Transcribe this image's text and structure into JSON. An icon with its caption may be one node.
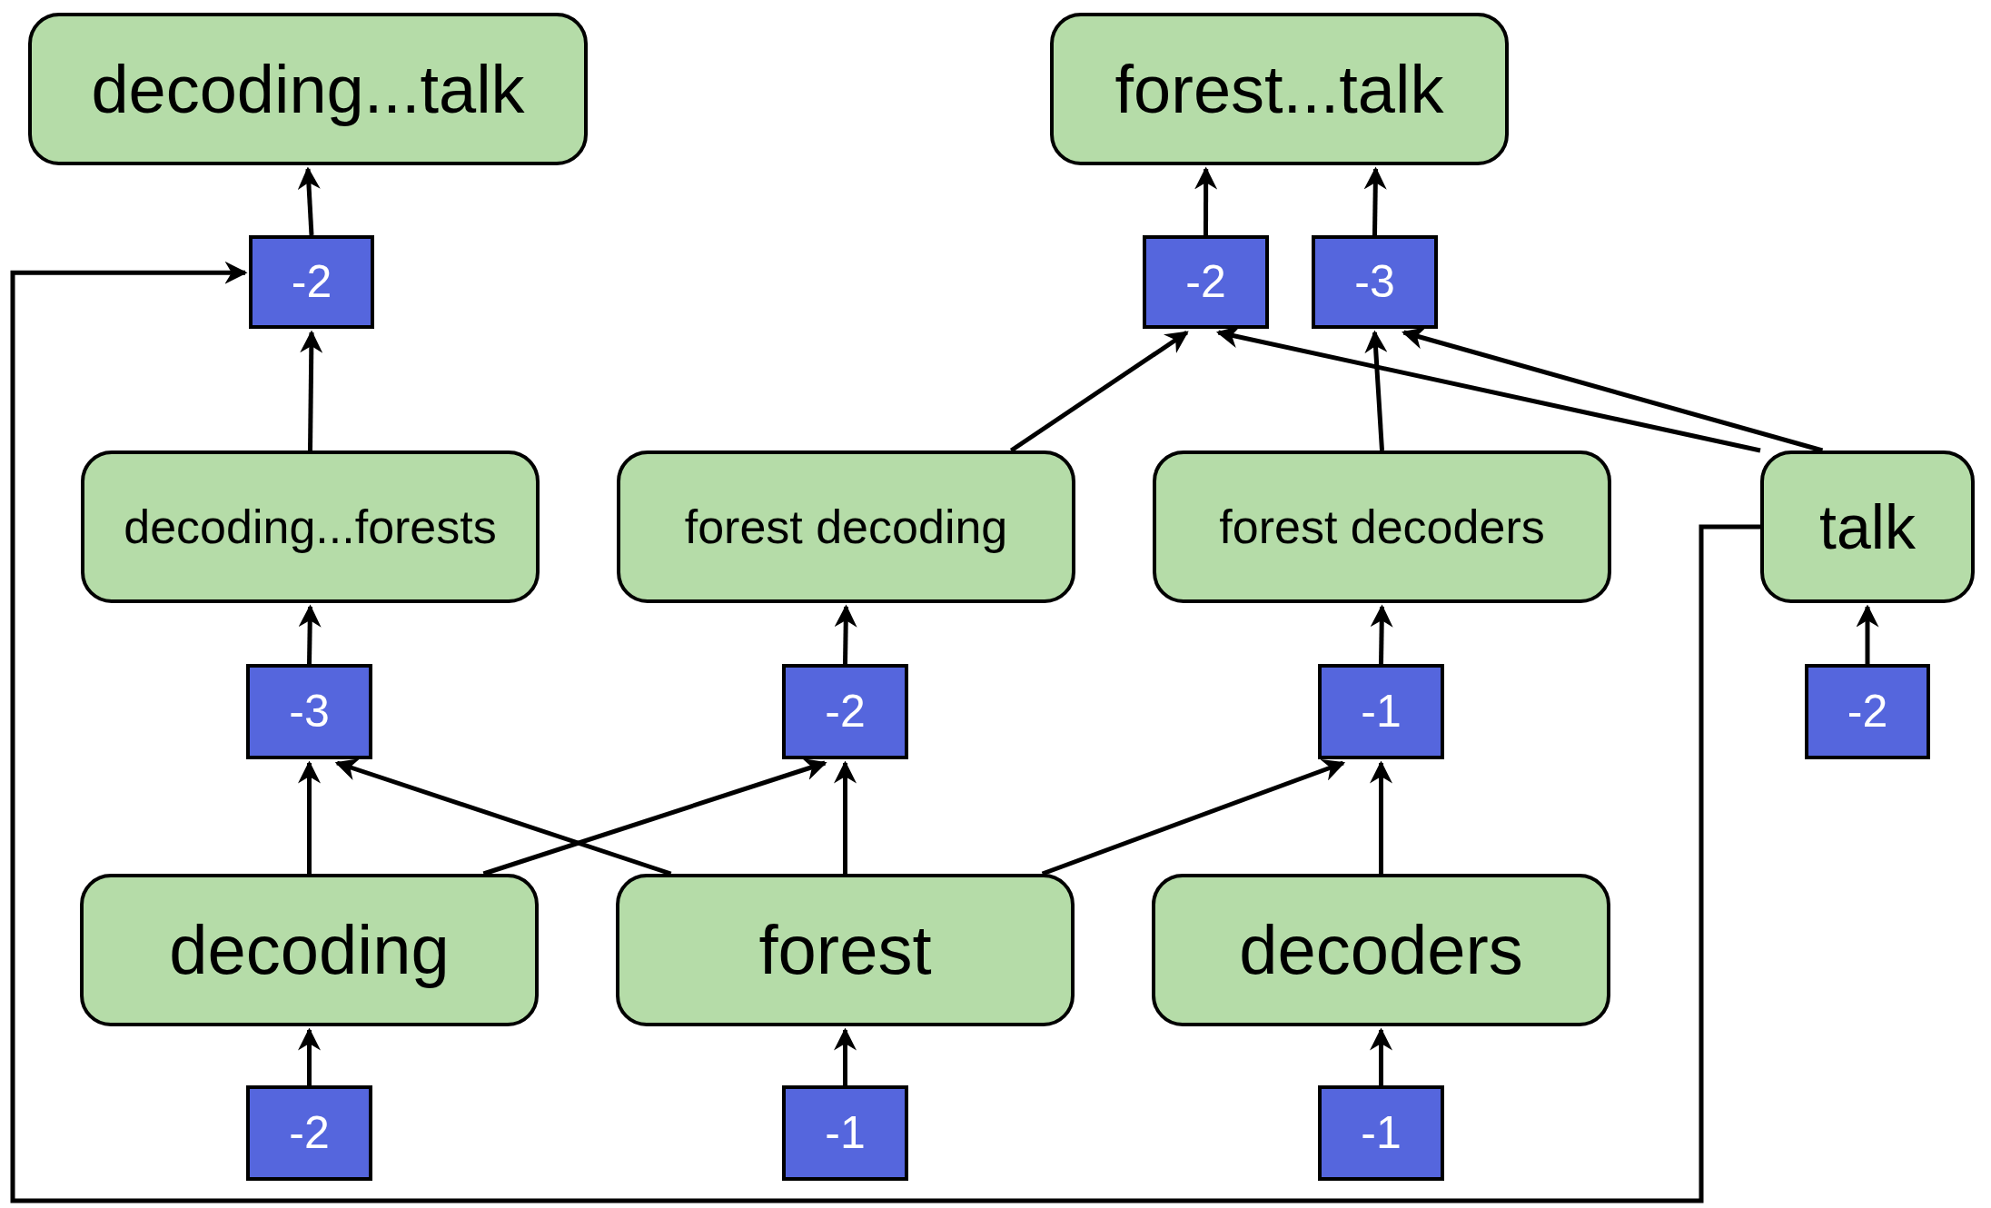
{
  "diagram": {
    "nodes": [
      {
        "text": [
          "decoding...talk"
        ]
      },
      {
        "text": [
          "forest...talk"
        ]
      },
      {
        "text": [
          "-2"
        ]
      },
      {
        "text": [
          "-2"
        ]
      },
      {
        "text": [
          "-3"
        ]
      },
      {
        "text": [
          "decoding...forests"
        ]
      },
      {
        "text": [
          "forest decoding"
        ]
      },
      {
        "text": [
          "forest decoders"
        ]
      },
      {
        "text": [
          "talk"
        ]
      },
      {
        "text": [
          "-3"
        ]
      },
      {
        "text": [
          "-2"
        ]
      },
      {
        "text": [
          "-1"
        ]
      },
      {
        "text": [
          "-2"
        ]
      },
      {
        "text": [
          "decoding"
        ]
      },
      {
        "text": [
          "forest"
        ]
      },
      {
        "text": [
          "decoders"
        ]
      },
      {
        "text": [
          "-2"
        ]
      },
      {
        "text": [
          "-1"
        ]
      },
      {
        "text": [
          "-1"
        ]
      }
    ],
    "edges": [
      {
        "from": 16,
        "to": 13,
        "arrow": "to"
      },
      {
        "from": 17,
        "to": 14,
        "arrow": "to"
      },
      {
        "from": 18,
        "to": 15,
        "arrow": "to"
      },
      {
        "from": 13,
        "to": 9,
        "arrow": "to"
      },
      {
        "from": 13,
        "to": 10,
        "arrow": "to"
      },
      {
        "from": 14,
        "to": 9,
        "arrow": "to"
      },
      {
        "from": 14,
        "to": 10,
        "arrow": "to"
      },
      {
        "from": 14,
        "to": 11,
        "arrow": "to"
      },
      {
        "from": 15,
        "to": 11,
        "arrow": "to"
      },
      {
        "from": 9,
        "to": 5,
        "arrow": "to"
      },
      {
        "from": 10,
        "to": 6,
        "arrow": "to"
      },
      {
        "from": 11,
        "to": 7,
        "arrow": "to"
      },
      {
        "from": 12,
        "to": 8,
        "arrow": "to"
      },
      {
        "from": 5,
        "to": 2,
        "arrow": "to"
      },
      {
        "from": 8,
        "to": 2,
        "arrow": "to"
      },
      {
        "from": 2,
        "to": 0,
        "arrow": "to"
      },
      {
        "from": 6,
        "to": 3,
        "arrow": "to"
      },
      {
        "from": 8,
        "to": 3,
        "arrow": "to"
      },
      {
        "from": 7,
        "to": 4,
        "arrow": "to"
      },
      {
        "from": 8,
        "to": 4,
        "arrow": "to"
      },
      {
        "from": 3,
        "to": 1,
        "arrow": "to"
      },
      {
        "from": 4,
        "to": 1,
        "arrow": "to"
      }
    ]
  }
}
